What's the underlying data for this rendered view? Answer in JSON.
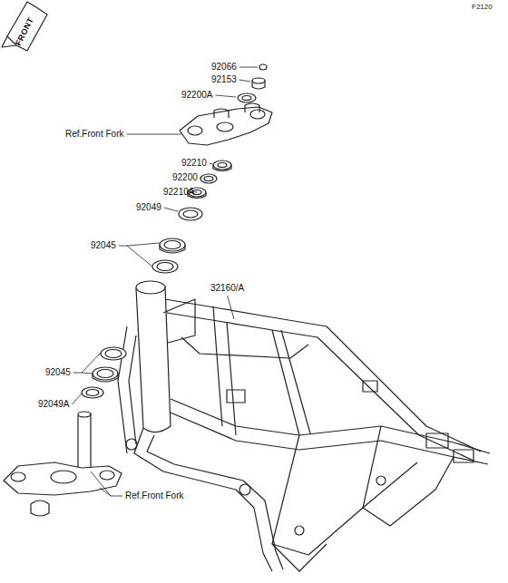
{
  "diagram": {
    "labels": [
      "F2120",
      "FRONT",
      "92066",
      "92153",
      "92200A",
      "Ref.Front Fork",
      "92210",
      "92200",
      "92210A",
      "92049",
      "92045",
      "32160/A",
      "92045",
      "92049A",
      "Ref.Front Fork"
    ]
  }
}
